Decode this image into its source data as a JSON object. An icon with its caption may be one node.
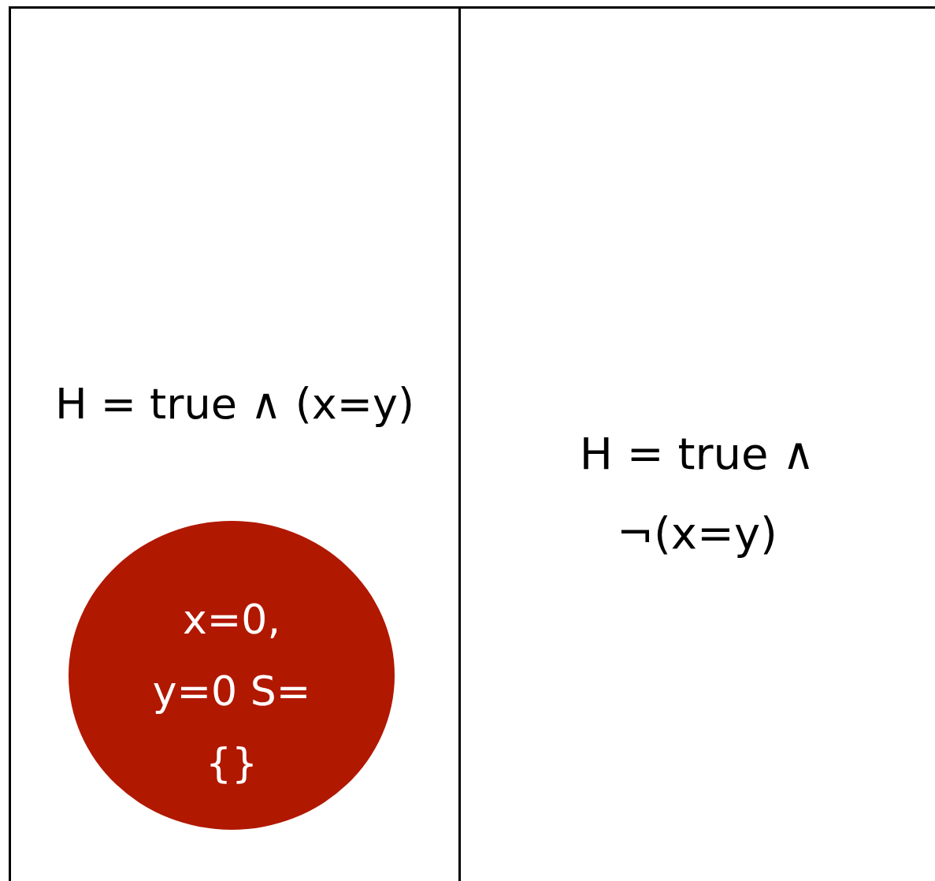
{
  "diagram": {
    "nodes": [
      {
        "text": [
          "H = true ∧ (x=y)"
        ]
      },
      {
        "text": [
          "H = true ∧ ¬(x=y)"
        ]
      },
      {
        "text": [
          "x=0, y=0 S={}"
        ],
        "in": 0
      }
    ]
  }
}
